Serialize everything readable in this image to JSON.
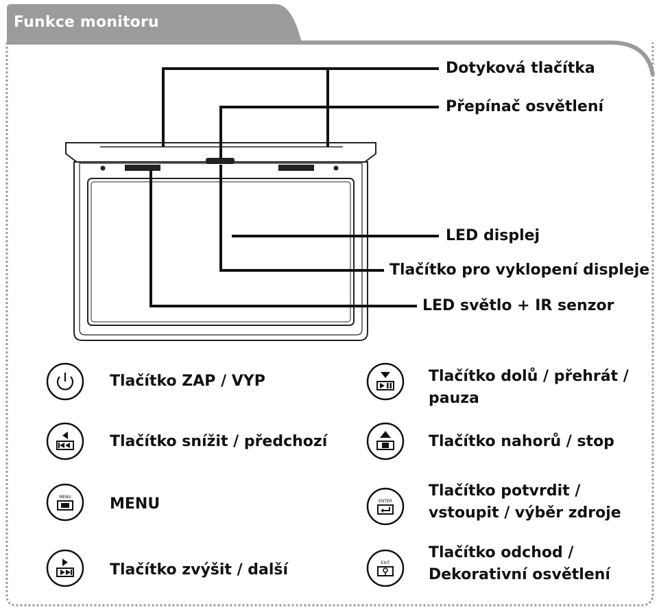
{
  "section": {
    "title": "Funkce monitoru"
  },
  "diagram": {
    "callouts": {
      "touch_buttons": "Dotyková tlačítka",
      "light_switch": "Přepínač osvětlení",
      "led_display": "LED displej",
      "tilt_button": "Tlačítko pro vyklopení displeje",
      "led_ir": "LED světlo + IR senzor"
    }
  },
  "buttons": {
    "power": {
      "label": "Tlačítko ZAP / VYP",
      "icon": "power-icon"
    },
    "prev": {
      "label": "Tlačítko snížit / předchozí",
      "icon": "previous-icon"
    },
    "menu": {
      "label": "MENU",
      "icon": "menu-icon",
      "icon_text": "MENU"
    },
    "next": {
      "label": "Tlačítko zvýšit / další",
      "icon": "next-icon"
    },
    "play": {
      "line1": "Tlačítko dolů / přehrát /",
      "line2": "pauza",
      "icon": "play-pause-icon"
    },
    "stop": {
      "label": "Tlačítko nahorů / stop",
      "icon": "stop-icon"
    },
    "enter": {
      "line1": "Tlačítko potvrdit /",
      "line2": "vstoupit / výběr zdroje",
      "icon": "enter-icon",
      "icon_text": "ENTER"
    },
    "exit": {
      "line1": "Tlačítko odchod /",
      "line2": "Dekorativní osvětlení",
      "icon": "exit-icon",
      "icon_text": "EXIT"
    }
  },
  "colors": {
    "tab": "#9b9b9b",
    "border": "#9b9b9b",
    "ink": "#111111"
  }
}
